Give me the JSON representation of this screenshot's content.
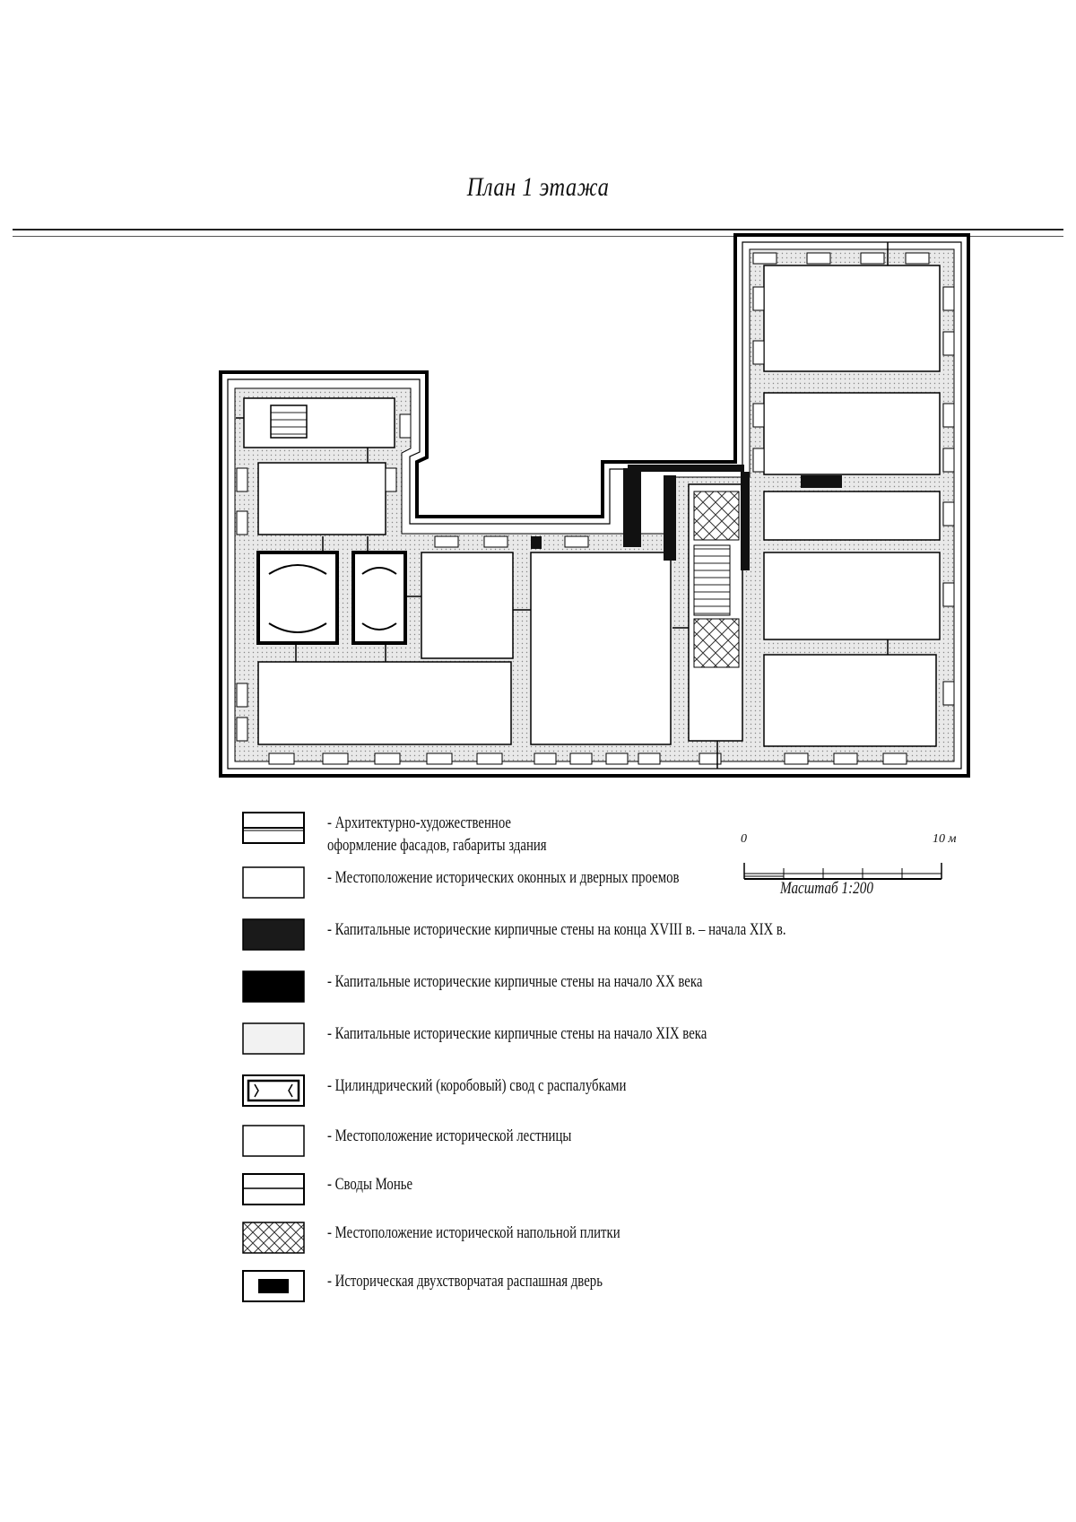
{
  "title": "План 1 этажа",
  "legend": [
    {
      "key": "facade",
      "label": "- Архитектурно-художественное оформление фасадов, габариты здания"
    },
    {
      "key": "openings",
      "label": "- Местоположение исторических оконных и дверных проемов"
    },
    {
      "key": "walls_18_19",
      "label": "- Капитальные исторические кирпичные стены на конца XVIII в. – начала XIX в."
    },
    {
      "key": "walls_20",
      "label": "- Капитальные исторические кирпичные стены на начало XX века"
    },
    {
      "key": "walls_19",
      "label": "- Капитальные исторические кирпичные стены на начало XIX века"
    },
    {
      "key": "vault",
      "label": "- Цилиндрический (коробовый) свод с распалубками"
    },
    {
      "key": "stair",
      "label": "- Местоположение исторической лестницы"
    },
    {
      "key": "monier",
      "label": "- Своды Монье"
    },
    {
      "key": "tile",
      "label": "- Местоположение исторической напольной плитки"
    },
    {
      "key": "door",
      "label": "- Историческая двухстворчатая распашная дверь"
    }
  ],
  "scale": {
    "zero": "0",
    "max": "10 м",
    "caption": "Масштаб 1:200"
  }
}
